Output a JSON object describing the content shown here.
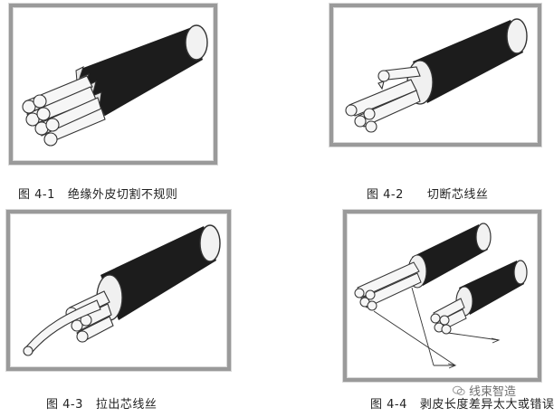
{
  "figures": [
    {
      "label": "图 4-1",
      "caption": "绝缘外皮切割不规则"
    },
    {
      "label": "图 4-2",
      "caption": "切断芯线丝"
    },
    {
      "label": "图 4-3",
      "caption": "拉出芯线丝"
    },
    {
      "label": "图 4-4",
      "caption": "剥皮长度差异太大或错误"
    }
  ],
  "watermark": {
    "text": "线束智造",
    "icon": "wechat-icon"
  },
  "colors": {
    "frame": "#9a9a9a",
    "sheath": "#1c1c1c",
    "conductor": "#f4f4f4"
  }
}
